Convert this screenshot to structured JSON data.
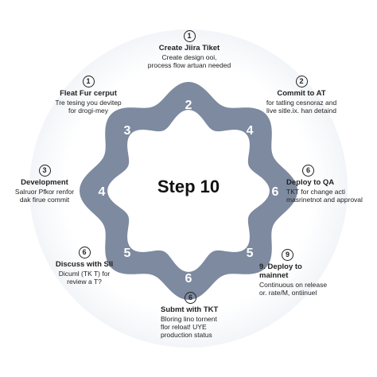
{
  "center": {
    "title": "Step 10"
  },
  "ring": {
    "color": "#7d8aa0",
    "segment_numbers": [
      "2",
      "4",
      "6",
      "5",
      "6",
      "5",
      "4",
      "3"
    ]
  },
  "callouts": {
    "top": {
      "badge": "1",
      "title": "Create Jiira Tiket",
      "lines": [
        "Create design ooi,",
        "process flow artuan needed"
      ]
    },
    "upper_left": {
      "badge": "1",
      "title": "Fleat Fur cerput",
      "lines": [
        "Tre tesing you devitep",
        "for drogi-mey"
      ]
    },
    "upper_right": {
      "badge": "2",
      "title": "Commit to  AT",
      "lines": [
        "for tatling cesnoraz and",
        "live sitle.ix. han detaind"
      ]
    },
    "left": {
      "badge": "3",
      "title": "Development",
      "lines": [
        "Salruor Pfkor renfor",
        "dak firue commit"
      ]
    },
    "right": {
      "badge": "6",
      "title": "Deploy to QA",
      "lines": [
        "TKT for change acti",
        "masrinetnot and approval"
      ]
    },
    "lower_left": {
      "badge": "6",
      "title": "Discuss with SIl",
      "lines": [
        "Dicuml (TK T) for",
        "review a T?"
      ]
    },
    "lower_right": {
      "badge": "9",
      "title": "9. Deploy to mainnet",
      "lines": [
        "Continuous on release",
        "or. rate/M, ontiinuel"
      ]
    },
    "bottom": {
      "badge": "6",
      "title": "Submt with TKT",
      "lines": [
        "Bloring lino tornent",
        "flor reloat! UYE",
        "production status"
      ]
    }
  }
}
